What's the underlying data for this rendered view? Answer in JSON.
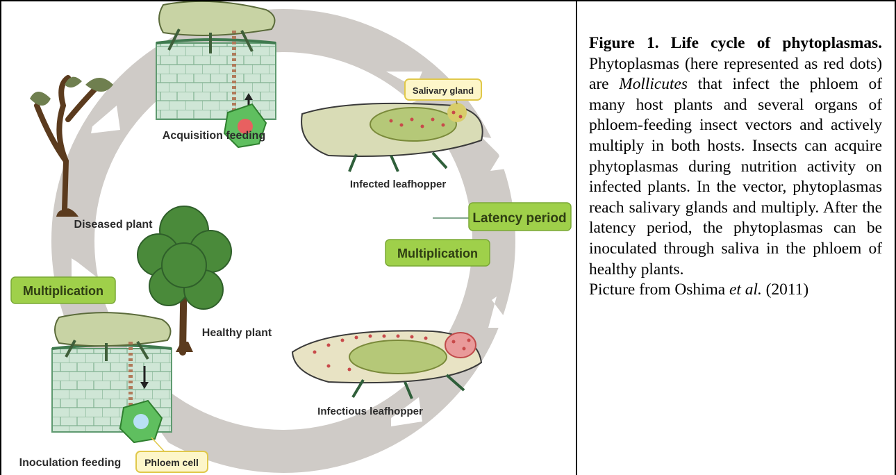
{
  "diagram": {
    "labels": {
      "acquisition_feeding": "Acquisition feeding",
      "salivary_gland": "Salivary gland",
      "infected_leafhopper": "Infected leafhopper",
      "latency_period": "Latency period",
      "multiplication_right": "Multiplication",
      "diseased_plant": "Diseased plant",
      "healthy_plant": "Healthy plant",
      "multiplication_left": "Multiplication",
      "infectious_leafhopper": "Infectious leafhopper",
      "inoculation_feeding": "Inoculation feeding",
      "phloem_cell": "Phloem cell"
    },
    "colors": {
      "cycle_arrow": "#cfcbc7",
      "green_label_bg": "#9fd04a",
      "yellow_label_bg": "#fdf6c9",
      "yellow_label_border": "#e0c84a",
      "tissue": "#cfe6d6",
      "insect_body": "#c7cf9a",
      "phytoplasma": "#d02c2c",
      "tree_foliage": "#4a8a3a",
      "trunk": "#5b3b1e"
    }
  },
  "caption": {
    "figure_label": "Figure 1. Life cycle of phytoplasmas.",
    "text_1": " Phytoplasmas (here represented as red dots) are ",
    "italic_1": "Mollicutes",
    "text_2": " that infect the phloem of many host plants and several organs of phloem-feeding insect vectors and actively multiply in both hosts. Insects can acquire phytoplasmas during nutrition activity on infected plants. In the vector, phytoplasmas reach salivary glands and multiply. After the latency period, the phytoplasmas can be inoculated through saliva in the phloem of healthy plants.",
    "credit_prefix": "Picture from Oshima ",
    "credit_italic": "et al.",
    "credit_suffix": " (2011)"
  }
}
